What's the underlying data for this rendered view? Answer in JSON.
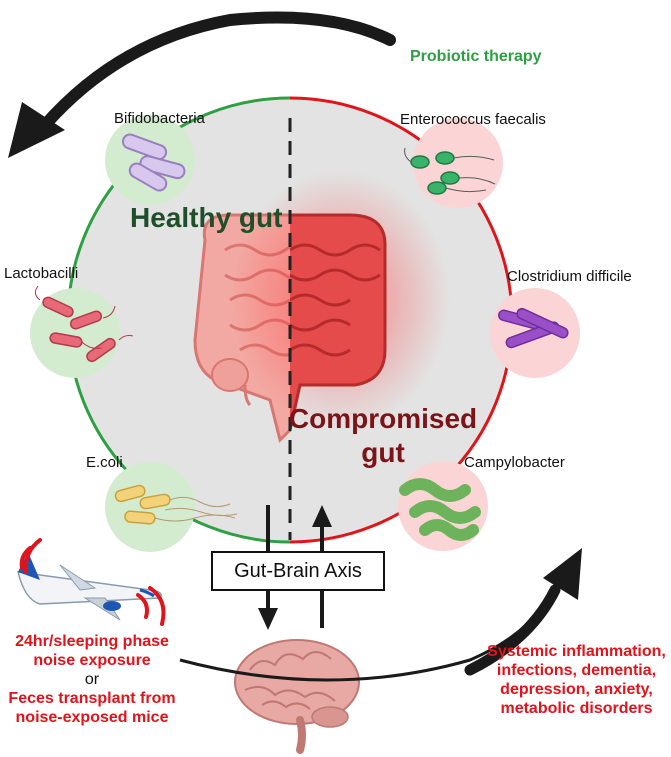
{
  "top_arrow_label": "Probiotic therapy",
  "healthy": {
    "title": "Healthy gut",
    "bacteria": [
      "Bifidobacteria",
      "Lactobacilli",
      "E.coli"
    ]
  },
  "compromised": {
    "title_line1": "Compromised",
    "title_line2": "gut",
    "bacteria": [
      "Enterococcus faecalis",
      "Clostridium difficile",
      "Campylobacter"
    ]
  },
  "axis_label": "Gut-Brain Axis",
  "cause": {
    "line1": "24hr/sleeping phase",
    "line2": "noise exposure",
    "or": "or",
    "line3": "Feces transplant from",
    "line4": "noise-exposed mice"
  },
  "effects": [
    "Systemic inflammation,",
    "infections, dementia,",
    "depression, anxiety,",
    "metabolic disorders"
  ],
  "colors": {
    "healthy_green": "#2ea043",
    "compromised_red": "#e0141b",
    "arrow": "#1a1a1a"
  },
  "icons": [
    "airplane-icon",
    "sound-wave-icon",
    "brain-icon",
    "intestine-icon"
  ]
}
